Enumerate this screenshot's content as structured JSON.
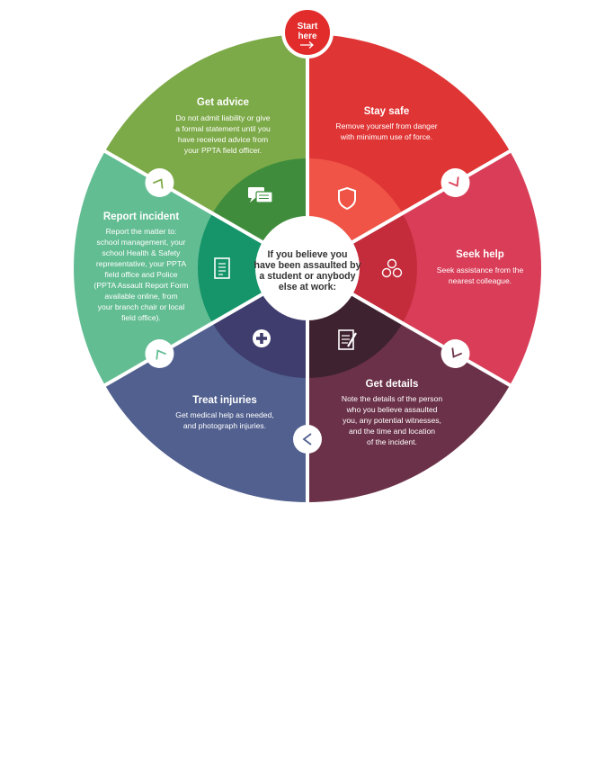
{
  "start": {
    "line1": "Start",
    "line2": "here"
  },
  "center": {
    "lines": [
      "If you believe you",
      "have been assaulted by",
      "a student or anybody",
      "else at work:"
    ]
  },
  "steps": [
    {
      "id": "stay-safe",
      "title": "Stay safe",
      "color": "#e03535",
      "inner_color": "#ef5446",
      "icon": "shield-icon",
      "lines": [
        "Remove yourself from danger",
        "with minimum use of force."
      ]
    },
    {
      "id": "seek-help",
      "title": "Seek help",
      "color": "#d93d57",
      "inner_color": "#c42c3c",
      "icon": "people-icon",
      "lines": [
        "Seek assistance from the",
        "nearest colleague."
      ]
    },
    {
      "id": "get-details",
      "title": "Get details",
      "color": "#6b3148",
      "inner_color": "#3f2230",
      "icon": "notepad-pen-icon",
      "lines": [
        "Note the details of the person",
        "who you believe assaulted",
        "you, any potential witnesses,",
        "and the time and location",
        "of the incident."
      ]
    },
    {
      "id": "treat-injuries",
      "title": "Treat injuries",
      "color": "#51608f",
      "inner_color": "#3f3d6d",
      "icon": "medical-plus-icon",
      "lines": [
        "Get medical help as needed,",
        "and photograph injuries."
      ]
    },
    {
      "id": "report-incident",
      "title": "Report incident",
      "color": "#63bd93",
      "inner_color": "#16956a",
      "icon": "document-icon",
      "lines": [
        "Report the matter to:",
        "school management, your",
        "school Health & Safety",
        "representative, your PPTA",
        "field office and Police",
        "(PPTA Assault Report Form",
        "available online, from",
        "your branch chair or local",
        "field office)."
      ]
    },
    {
      "id": "get-advice",
      "title": "Get advice",
      "color": "#7daa48",
      "inner_color": "#3f8d3c",
      "icon": "speech-bubbles-icon",
      "lines": [
        "Do not admit liability or give",
        "a formal statement until you",
        "have received advice from",
        "your PPTA field officer."
      ]
    }
  ]
}
